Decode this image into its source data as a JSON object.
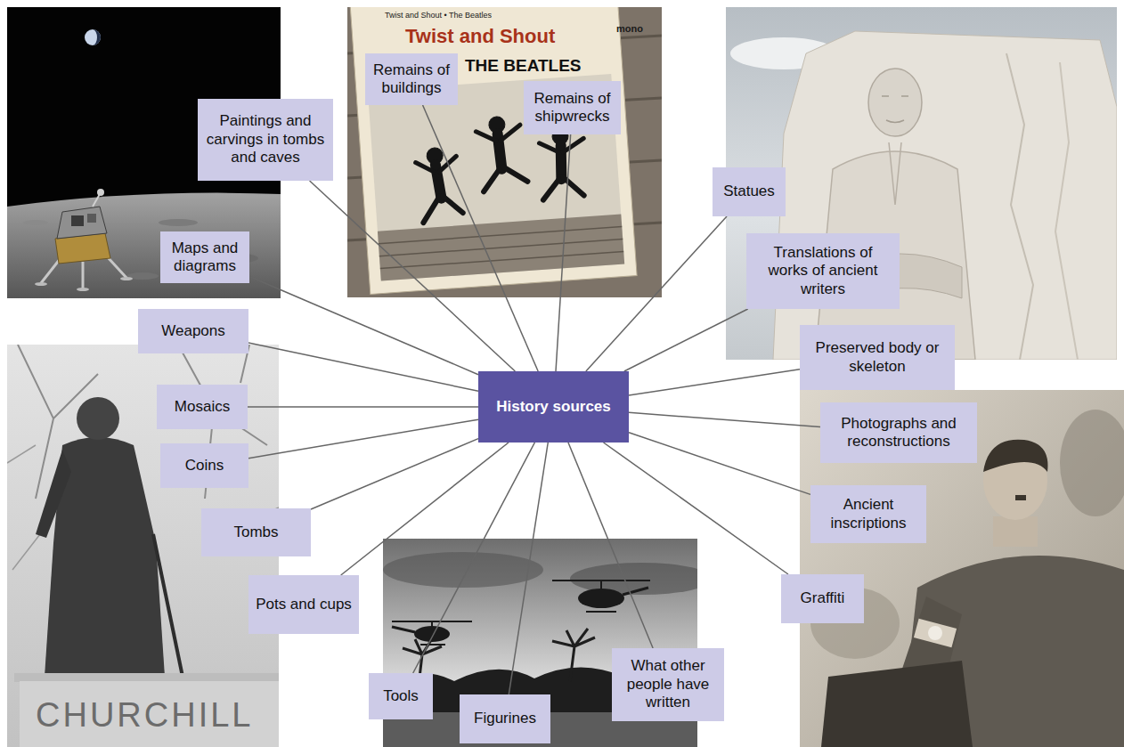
{
  "diagram": {
    "nodes": [
      {
        "text": [
          "Remains of buildings"
        ]
      },
      {
        "text": [
          "Remains of shipwrecks"
        ]
      },
      {
        "text": [
          "Paintings and carvings in tombs and caves"
        ]
      },
      {
        "text": [
          "Statues"
        ]
      },
      {
        "text": [
          "Maps and diagrams"
        ]
      },
      {
        "text": [
          "Translations of works of ancient writers"
        ]
      },
      {
        "text": [
          "Weapons"
        ]
      },
      {
        "text": [
          "Preserved body or skeleton"
        ]
      },
      {
        "text": [
          "History sources"
        ]
      },
      {
        "text": [
          "Mosaics"
        ]
      },
      {
        "text": [
          "Photographs and reconstructions"
        ]
      },
      {
        "text": [
          "Coins"
        ]
      },
      {
        "text": [
          "Ancient inscriptions"
        ]
      },
      {
        "text": [
          "Tombs"
        ]
      },
      {
        "text": [
          "Graffiti"
        ]
      },
      {
        "text": [
          "Pots and cups"
        ]
      },
      {
        "text": [
          "What other people have written"
        ]
      },
      {
        "text": [
          "Tools"
        ]
      },
      {
        "text": [
          "Figurines"
        ]
      }
    ],
    "edges": [
      {
        "from": 8,
        "to": 0,
        "arrow": "none"
      },
      {
        "from": 8,
        "to": 1,
        "arrow": "none"
      },
      {
        "from": 8,
        "to": 2,
        "arrow": "none"
      },
      {
        "from": 8,
        "to": 3,
        "arrow": "none"
      },
      {
        "from": 8,
        "to": 4,
        "arrow": "none"
      },
      {
        "from": 8,
        "to": 5,
        "arrow": "none"
      },
      {
        "from": 8,
        "to": 6,
        "arrow": "none"
      },
      {
        "from": 8,
        "to": 7,
        "arrow": "none"
      },
      {
        "from": 8,
        "to": 9,
        "arrow": "none"
      },
      {
        "from": 8,
        "to": 10,
        "arrow": "none"
      },
      {
        "from": 8,
        "to": 11,
        "arrow": "none"
      },
      {
        "from": 8,
        "to": 12,
        "arrow": "none"
      },
      {
        "from": 8,
        "to": 13,
        "arrow": "none"
      },
      {
        "from": 8,
        "to": 14,
        "arrow": "none"
      },
      {
        "from": 8,
        "to": 15,
        "arrow": "none"
      },
      {
        "from": 8,
        "to": 16,
        "arrow": "none"
      },
      {
        "from": 8,
        "to": 17,
        "arrow": "none"
      },
      {
        "from": 8,
        "to": 18,
        "arrow": "none"
      }
    ],
    "labels": [
      "Twist and Shout • The Beatles",
      "mono",
      "Twist and Shout",
      "THE BEATLES",
      "CHURCHILL"
    ]
  }
}
